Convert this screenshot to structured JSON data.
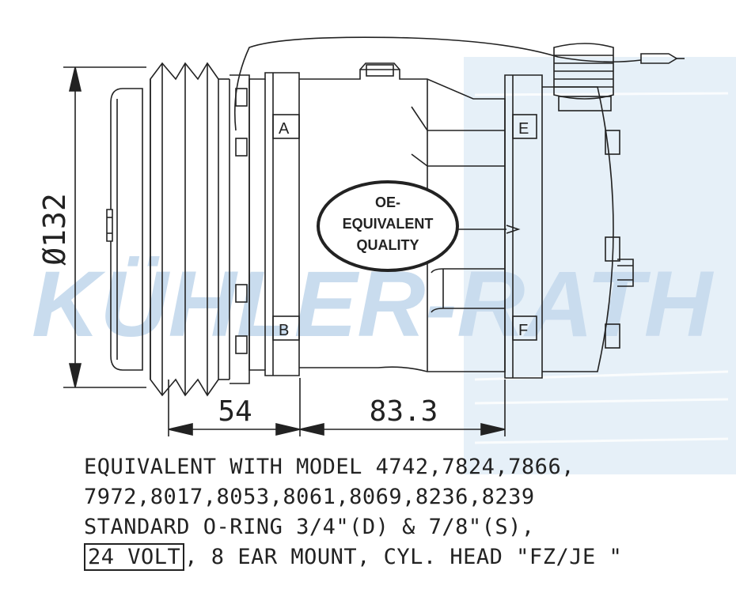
{
  "dimensions": {
    "diameter": "Ø132",
    "length_pulley": "54",
    "length_body": "83.3"
  },
  "port_labels": {
    "a": "A",
    "b": "B",
    "e": "E",
    "f": "F"
  },
  "badge": {
    "line1": "OE-",
    "line2": "EQUIVALENT",
    "line3": "QUALITY"
  },
  "watermark": "KÜHLER-RATH",
  "spec": {
    "line1": "EQUIVALENT WITH MODEL 4742,7824,7866,",
    "line2": "7972,8017,8053,8061,8069,8236,8239",
    "line3": "STANDARD O-RING 3/4\"(D) & 7/8\"(S),",
    "line4_boxed": "24 VOLT",
    "line4_rest": ", 8 EAR MOUNT, CYL. HEAD \"FZ/JE \""
  },
  "colors": {
    "line": "#222222",
    "watermark": "#c9dcee",
    "watermark_panel": "#e6f0f8"
  }
}
